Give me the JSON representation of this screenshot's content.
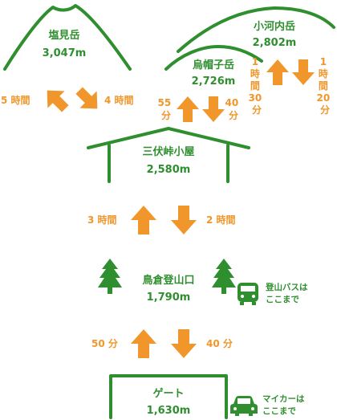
{
  "colors": {
    "green": "#2f8f2f",
    "orange": "#f0962a"
  },
  "peaks": {
    "shiomi": {
      "name": "塩見岳",
      "elevation": "3,047m"
    },
    "eboshi": {
      "name": "烏帽子岳",
      "elevation": "2,726m"
    },
    "kogouchi": {
      "name": "小河内岳",
      "elevation": "2,802m"
    }
  },
  "huts": {
    "sanpuku": {
      "name": "三伏峠小屋",
      "elevation": "2,580m"
    }
  },
  "trailheads": {
    "torikura": {
      "name": "鳥倉登山口",
      "elevation": "1,790m",
      "access_note_lines": [
        "登山バスは",
        "ここまで"
      ]
    },
    "gate": {
      "name": "ゲート",
      "elevation": "1,630m",
      "access_note_lines": [
        "マイカーは",
        "ここまで"
      ]
    }
  },
  "times": {
    "shiomi_up": "5 時間",
    "shiomi_down": "4 時間",
    "eboshi_up_lines": [
      "55",
      "分"
    ],
    "eboshi_down_lines": [
      "40",
      "分"
    ],
    "kogouchi_up_lines": [
      "1",
      "時",
      "間",
      "30",
      "分"
    ],
    "kogouchi_down_lines": [
      "1",
      "時",
      "間",
      "20",
      "分"
    ],
    "hut_up": "3 時間",
    "hut_down": "2 時間",
    "gate_up": "50 分",
    "gate_down": "40 分"
  },
  "icons": [
    "mountain-outline-icon",
    "hut-roof-icon",
    "tree-icon",
    "bus-icon",
    "car-icon",
    "up-arrow-icon",
    "down-arrow-icon"
  ]
}
